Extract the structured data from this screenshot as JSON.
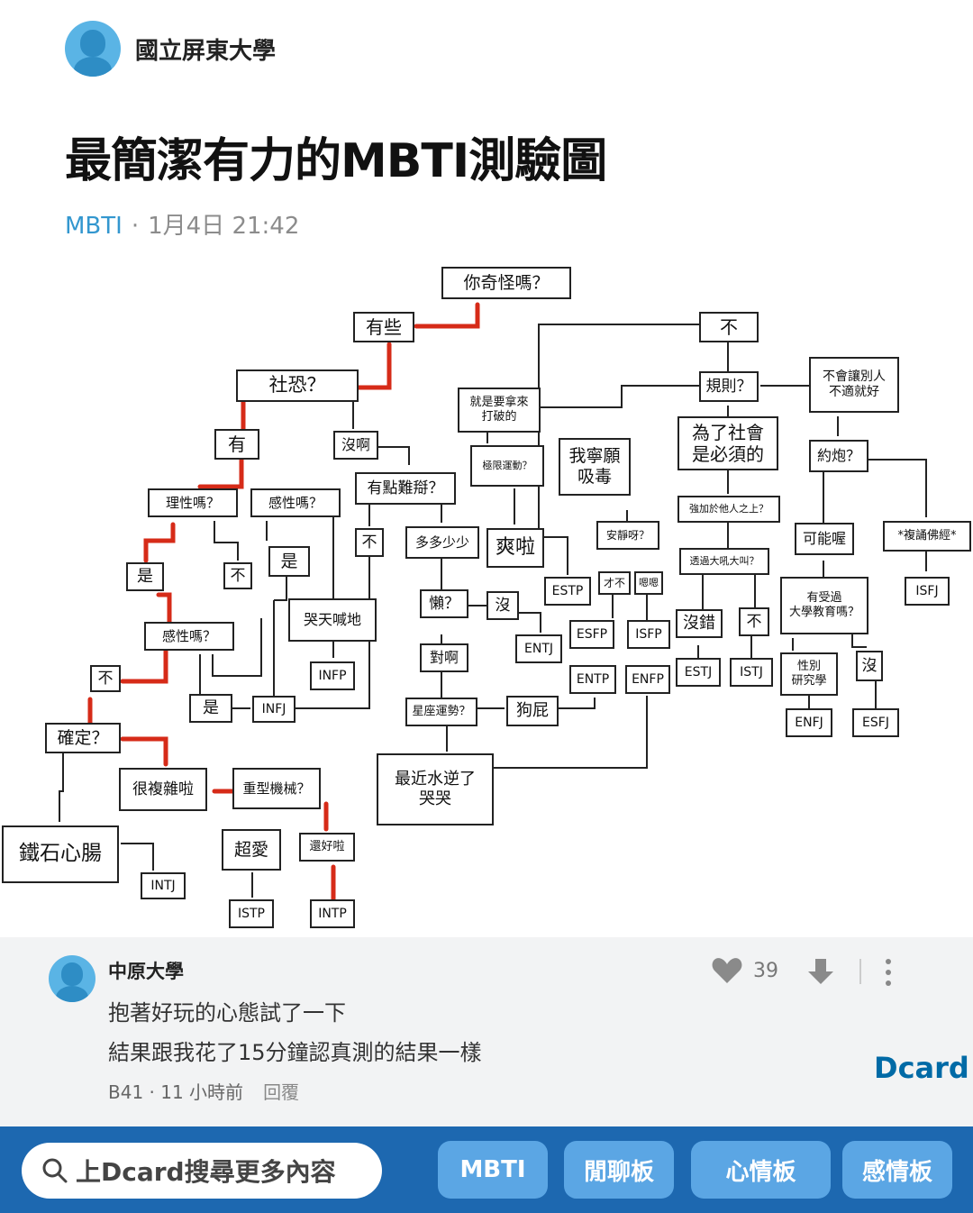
{
  "post": {
    "school": "國立屏東大學",
    "title": "最簡潔有力的MBTI測驗圖",
    "board": "MBTI",
    "separator": "·",
    "date": "1月4日 21:42"
  },
  "flowchart": {
    "nodes": {
      "q_weird": "你奇怪嗎？",
      "some": "有些",
      "no_top": "不",
      "social": "社恐？",
      "yes_social": "有",
      "no_social": "沒啊",
      "rational": "理性嗎？",
      "emotional1": "感性嗎？",
      "yes1": "是",
      "no1": "不",
      "yes2": "是",
      "emotional2": "感性嗎？",
      "no2": "不",
      "sure": "確定？",
      "complicated": "很複雜啦",
      "iron": "鐵石心腸",
      "intj": "INTJ",
      "heavy": "重型機械？",
      "love": "超愛",
      "okay": "還好啦",
      "istp": "ISTP",
      "intp": "INTP",
      "cry": "哭天喊地",
      "infp": "INFP",
      "yes3": "是",
      "infj": "INFJ",
      "difficult": "有點難搿？",
      "no3": "不",
      "more_less": "多多少少",
      "lazy": "懶？",
      "no_lazy": "沒",
      "entj": "ENTJ",
      "right": "對啊",
      "horoscope": "星座運勢？",
      "bs": "狗屁",
      "mercury": "最近水逆了\n哭哭",
      "break": "就是要拿來\n打破的",
      "extreme": "極限運動？",
      "rather": "我寧願\n吸毒",
      "cool": "爽啦",
      "estp": "ESTP",
      "quiet": "安靜呀？",
      "not": "才不",
      "yes_q": "嗯嗯",
      "esfp": "ESFP",
      "isfp": "ISFP",
      "entp": "ENTP",
      "enfp": "ENFP",
      "rules": "規則？",
      "society": "為了社會\n是必須的",
      "impose": "強加於他人之上？",
      "shout": "透過大吼大叫？",
      "correct": "沒錯",
      "no4": "不",
      "estj": "ESTJ",
      "istj": "ISTJ",
      "hurt": "不會讓別人\n不適就好",
      "date_q": "約炮？",
      "maybe": "可能喔",
      "chant": "*複誦佛經*",
      "isfj": "ISFJ",
      "edu": "有受過\n大學教育嗎？",
      "gender": "性別\n研究學",
      "no5": "沒",
      "enfj": "ENFJ",
      "esfj": "ESFJ"
    }
  },
  "comment": {
    "school": "中原大學",
    "line1": "抱著好玩的心態試了一下",
    "line2": "結果跟我花了15分鐘認真測的結果一樣",
    "floor": "B41 · 11 小時前",
    "reply": "回覆",
    "likes": "39"
  },
  "brand": "Dcard",
  "footer": {
    "search_text": "上Dcard搜尋更多內容",
    "chips": [
      "MBTI",
      "閒聊板",
      "心情板",
      "感情板"
    ]
  },
  "colors": {
    "accent": "#3397cf",
    "footer_bg": "#1d68b0",
    "chip_bg": "#5ba6e4",
    "path_red": "#d62b18"
  }
}
